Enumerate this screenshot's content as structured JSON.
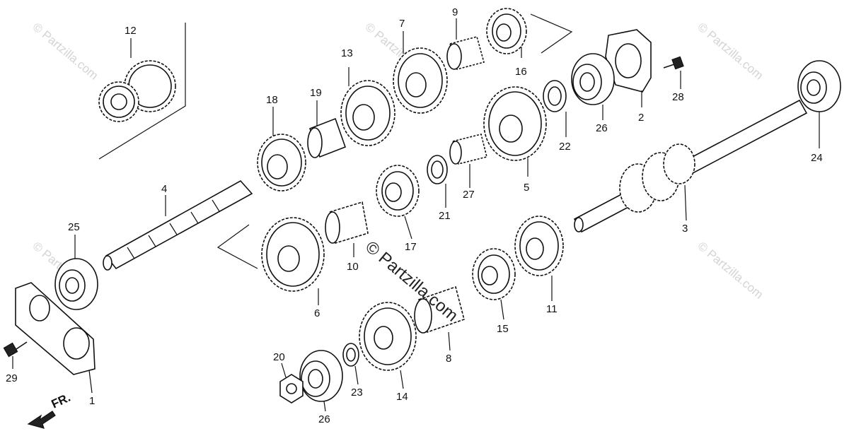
{
  "watermarks": {
    "brand": "© Partzilla.com",
    "center": "© Partzilla.com"
  },
  "direction": {
    "label": "FR."
  },
  "callouts": {
    "p1": "1",
    "p2": "2",
    "p3": "3",
    "p4": "4",
    "p5": "5",
    "p6": "6",
    "p7": "7",
    "p8": "8",
    "p9": "9",
    "p10": "10",
    "p11": "11",
    "p12": "12",
    "p13": "13",
    "p14": "14",
    "p15": "15",
    "p16": "16",
    "p17": "17",
    "p18": "18",
    "p19": "19",
    "p20": "20",
    "p21": "21",
    "p22": "22",
    "p23": "23",
    "p24": "24",
    "p25": "25",
    "p26a": "26",
    "p26b": "26",
    "p27": "27",
    "p28": "28",
    "p29": "29"
  }
}
